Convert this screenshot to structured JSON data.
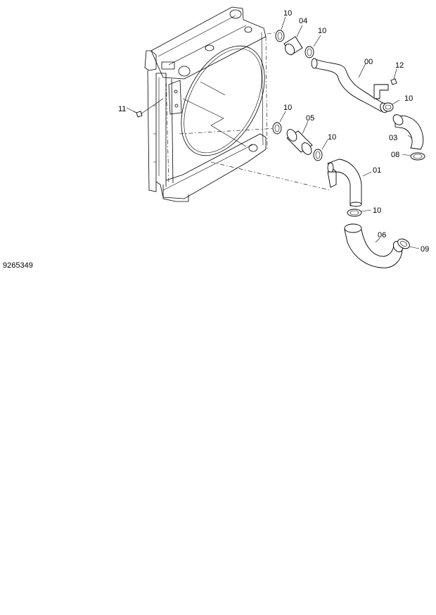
{
  "drawing_number": "9265349",
  "callouts": {
    "c00": "00",
    "c01": "01",
    "c03": "03",
    "c04": "04",
    "c05": "05",
    "c06": "06",
    "c08": "08",
    "c09": "09",
    "c10a": "10",
    "c10b": "10",
    "c10c": "10",
    "c10d": "10",
    "c10e": "10",
    "c10f": "10",
    "c11": "11",
    "c12": "12"
  }
}
